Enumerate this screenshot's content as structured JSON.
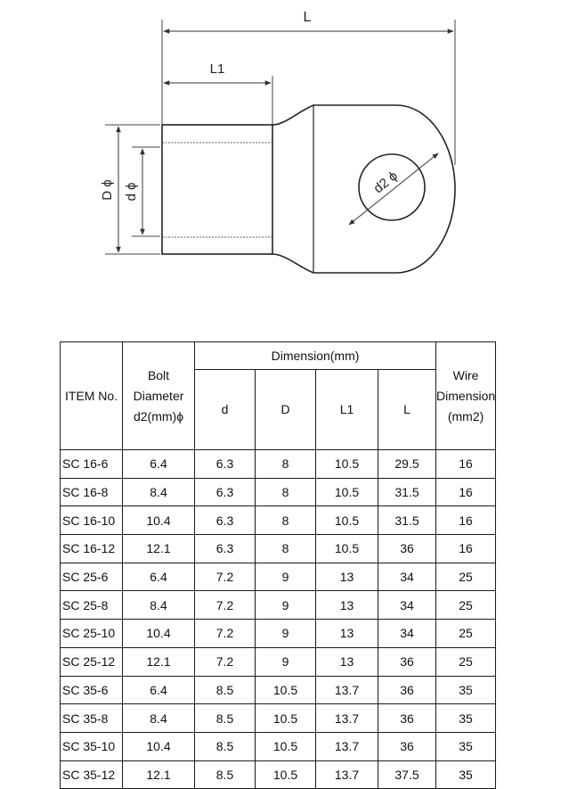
{
  "drawing": {
    "label_L": "L",
    "label_L1": "L1",
    "label_D": "D ϕ",
    "label_d": "d ϕ",
    "label_d2": "d2 ϕ"
  },
  "table": {
    "headers": {
      "item": "ITEM No.",
      "bolt_line1": "Bolt Diameter",
      "bolt_line2": "d2(mm)ϕ",
      "dimension": "Dimension(mm)",
      "d": "d",
      "D": "D",
      "L1": "L1",
      "L": "L",
      "wire_line1": "Wire",
      "wire_line2": "Dimension",
      "wire_line3": "(mm2)"
    },
    "rows": [
      [
        "SC 16-6",
        "6.4",
        "6.3",
        "8",
        "10.5",
        "29.5",
        "16"
      ],
      [
        "SC 16-8",
        "8.4",
        "6.3",
        "8",
        "10.5",
        "31.5",
        "16"
      ],
      [
        "SC 16-10",
        "10.4",
        "6.3",
        "8",
        "10.5",
        "31.5",
        "16"
      ],
      [
        "SC 16-12",
        "12.1",
        "6.3",
        "8",
        "10.5",
        "36",
        "16"
      ],
      [
        "SC 25-6",
        "6.4",
        "7.2",
        "9",
        "13",
        "34",
        "25"
      ],
      [
        "SC 25-8",
        "8.4",
        "7.2",
        "9",
        "13",
        "34",
        "25"
      ],
      [
        "SC 25-10",
        "10.4",
        "7.2",
        "9",
        "13",
        "34",
        "25"
      ],
      [
        "SC 25-12",
        "12.1",
        "7.2",
        "9",
        "13",
        "36",
        "25"
      ],
      [
        "SC 35-6",
        "6.4",
        "8.5",
        "10.5",
        "13.7",
        "36",
        "35"
      ],
      [
        "SC 35-8",
        "8.4",
        "8.5",
        "10.5",
        "13.7",
        "36",
        "35"
      ],
      [
        "SC 35-10",
        "10.4",
        "8.5",
        "10.5",
        "13.7",
        "36",
        "35"
      ],
      [
        "SC 35-12",
        "12.1",
        "8.5",
        "10.5",
        "13.7",
        "37.5",
        "35"
      ]
    ]
  }
}
